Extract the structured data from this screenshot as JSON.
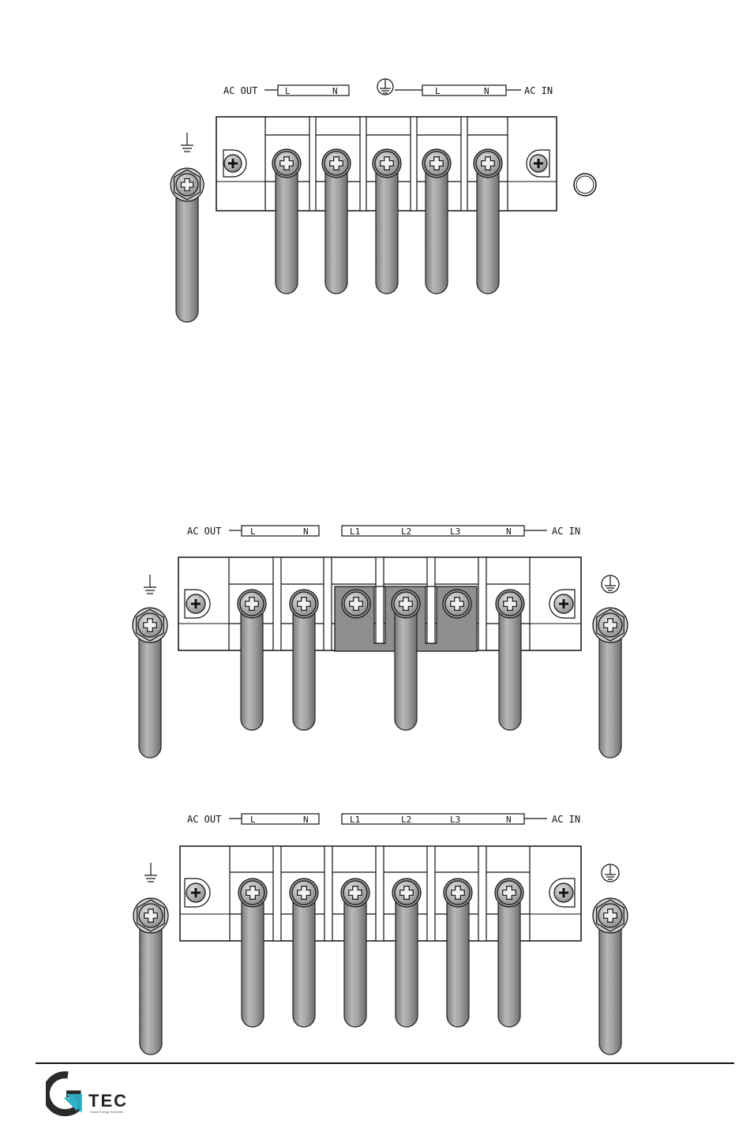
{
  "labels": {
    "ac_out": "AC OUT",
    "ac_in": "AC IN",
    "L": "L",
    "N": "N",
    "L1": "L1",
    "L2": "L2",
    "L3": "L3"
  },
  "diagrams": [
    {
      "id": "single-phase-in-single-phase-out"
    },
    {
      "id": "three-phase-in-single-phase-out-bridged"
    },
    {
      "id": "three-phase-in-single-phase-out-separate"
    }
  ],
  "logo": {
    "word": "TEC",
    "tagline": "Smart Energy Solutions",
    "accent_color": "#2fb3c9"
  }
}
